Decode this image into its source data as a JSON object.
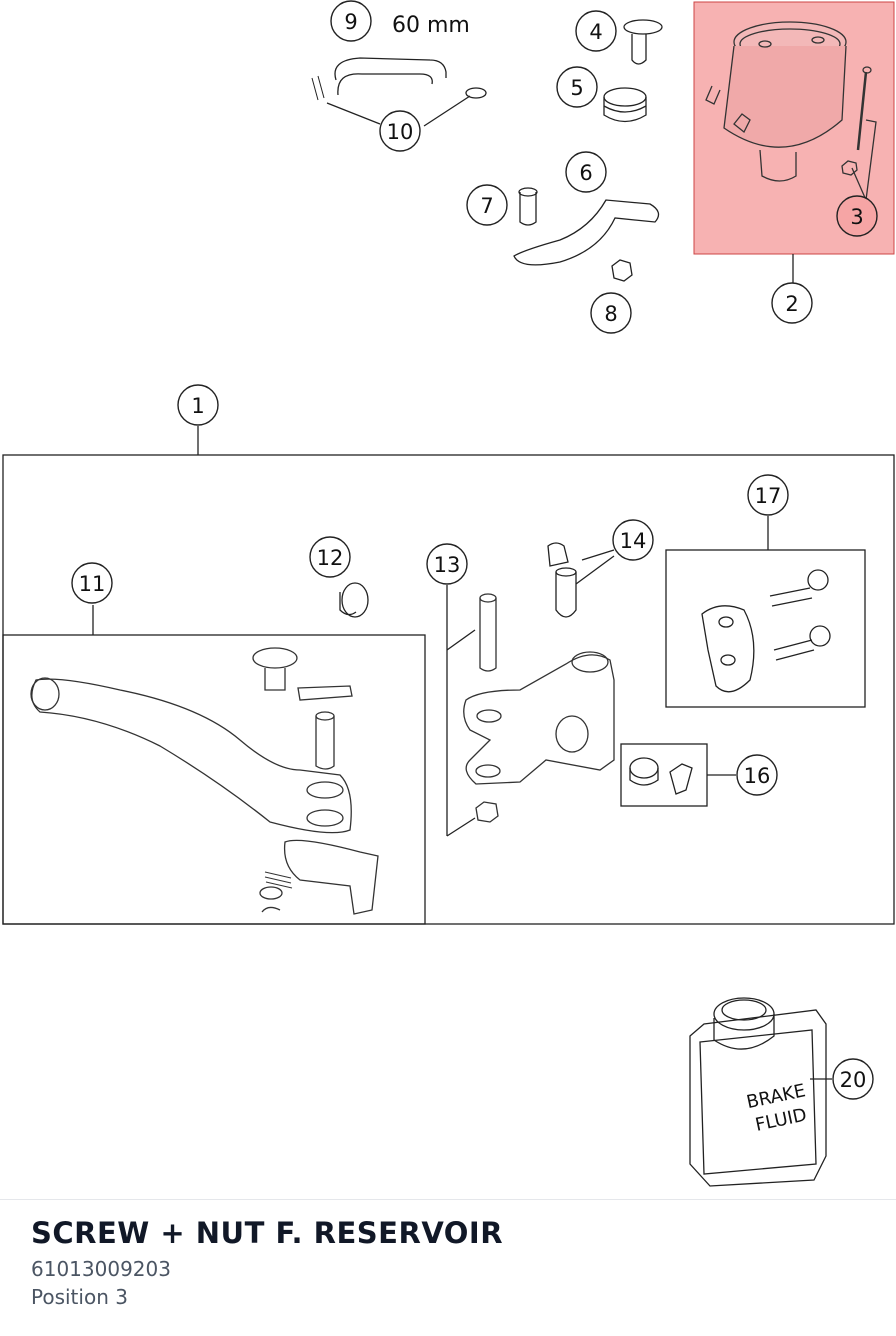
{
  "diagram": {
    "callouts": [
      "1",
      "2",
      "3",
      "4",
      "5",
      "6",
      "7",
      "8",
      "9",
      "10",
      "11",
      "12",
      "13",
      "14",
      "16",
      "17",
      "20"
    ],
    "hose_length": "60 mm",
    "can_label_line1": "BRAKE",
    "can_label_line2": "FLUID",
    "highlight_color": "#f5a3a3",
    "selected_callout": "3"
  },
  "selection": {
    "title": "SCREW + NUT F. RESERVOIR",
    "part_number": "61013009203",
    "position": "Position 3"
  }
}
